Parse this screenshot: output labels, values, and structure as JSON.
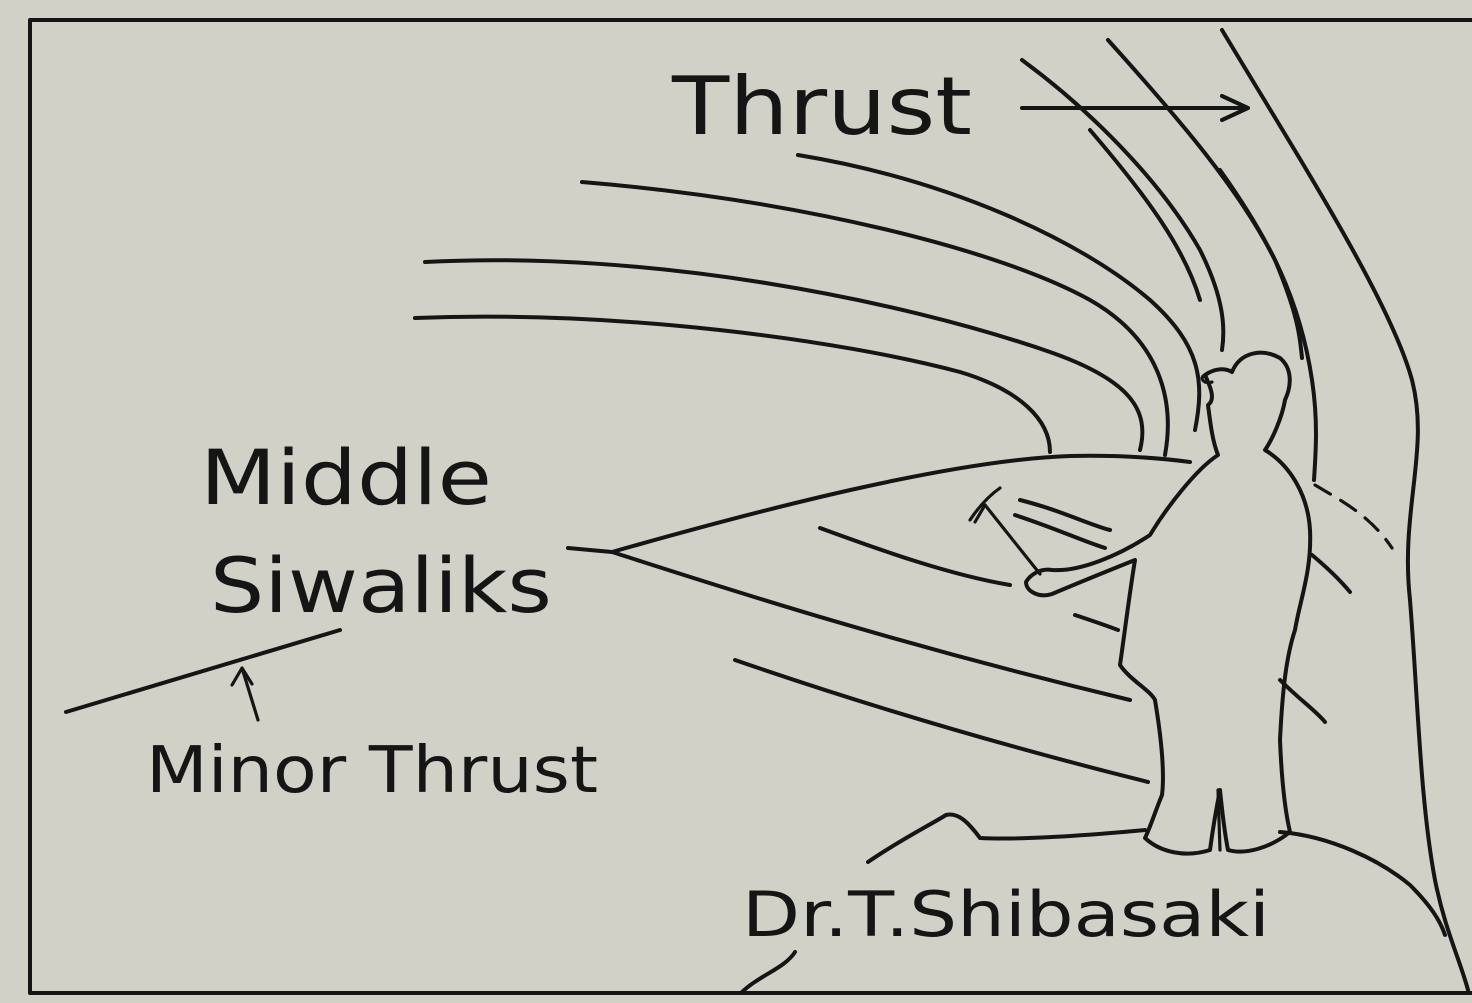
{
  "labels": {
    "thrust": "Thrust",
    "formation_line1": "Middle",
    "formation_line2": "Siwaliks",
    "minor_thrust": "Minor Thrust",
    "person": "Dr.T.Shibasaki"
  },
  "colors": {
    "paper": "#d2d1c7",
    "ink": "#151515"
  }
}
